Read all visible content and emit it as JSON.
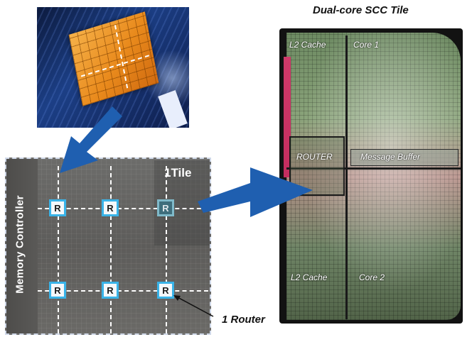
{
  "scc_tile": {
    "title": "Dual-core SCC Tile",
    "labels": {
      "l2_cache_top": "L2 Cache",
      "core1": "Core 1",
      "router": "ROUTER",
      "message_buffer": "Message Buffer",
      "l2_cache_bottom": "L2 Cache",
      "core2": "Core 2"
    }
  },
  "tile_grid": {
    "memory_controller_label": "Memory Controller",
    "tile_label": "1Tile",
    "router_symbol": "R"
  },
  "callout": {
    "router_label": "1 Router"
  },
  "colors": {
    "arrow": "#1f5fb0",
    "router_border": "#39b3e8",
    "grid_dash": "#ffffff"
  }
}
